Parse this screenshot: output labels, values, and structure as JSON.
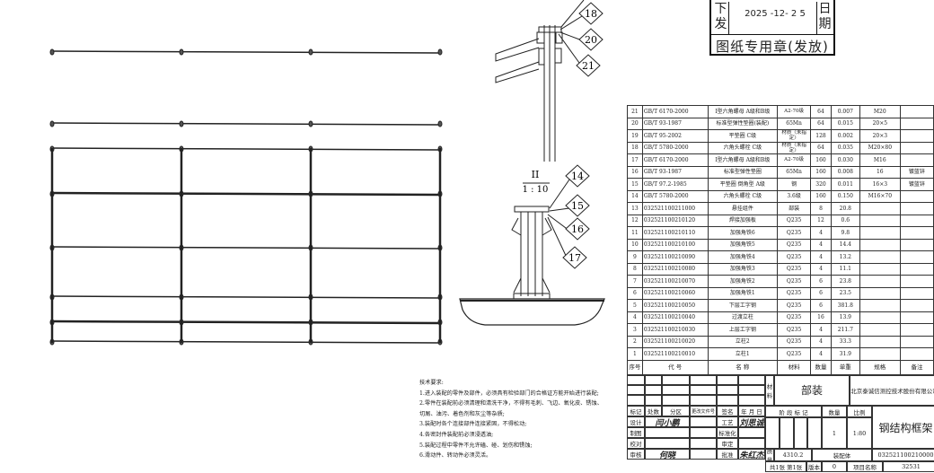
{
  "stamp": {
    "issue_label": "下发",
    "date": "2025 -12- 2 5",
    "date_label": "日期",
    "seal_text": "图纸专用章(发放)"
  },
  "detail": {
    "view_label": "II",
    "scale": "1 : 10",
    "balloons_top": [
      "18",
      "20",
      "21"
    ],
    "balloons_bottom": [
      "14",
      "15",
      "16",
      "17"
    ]
  },
  "bom": {
    "rows": [
      [
        "21",
        "GB/T 6170-2000",
        "I型六角螺母 A级和B级",
        "A2-70级",
        "64",
        "0.007",
        "M20",
        ""
      ],
      [
        "20",
        "GB/T 93-1987",
        "标准型弹性垫圈(装配)",
        "65Mn",
        "64",
        "0.015",
        "20×5",
        ""
      ],
      [
        "19",
        "GB/T 95-2002",
        "平垫圈 C级",
        "材质〈未指定〉",
        "128",
        "0.002",
        "20×3",
        ""
      ],
      [
        "18",
        "GB/T 5780-2000",
        "六角头螺栓 C级",
        "材质〈未指定〉",
        "64",
        "0.035",
        "M20×80",
        ""
      ],
      [
        "17",
        "GB/T 6170-2000",
        "I型六角螺母 A级和B级",
        "A2-70级",
        "160",
        "0.030",
        "M16",
        ""
      ],
      [
        "16",
        "GB/T 93-1987",
        "标准型弹性垫圈",
        "65Mn",
        "160",
        "0.008",
        "16",
        "镀蓝锌"
      ],
      [
        "15",
        "GB/T 97.2-1985",
        "平垫圈 倒角型 A级",
        "钢",
        "320",
        "0.011",
        "16×3",
        "镀蓝锌"
      ],
      [
        "14",
        "GB/T 5780-2000",
        "六角头螺栓 C级",
        "3.6级",
        "160",
        "0.150",
        "M16×70",
        ""
      ],
      [
        "13",
        "032521100211000",
        "悬挂组件",
        "部装",
        "8",
        "20.8",
        "",
        ""
      ],
      [
        "12",
        "032521100210120",
        "焊接加强板",
        "Q235",
        "12",
        "0.6",
        "",
        ""
      ],
      [
        "11",
        "032521100210110",
        "加强角铁6",
        "Q235",
        "4",
        "9.8",
        "",
        ""
      ],
      [
        "10",
        "032521100210100",
        "加强角铁5",
        "Q235",
        "4",
        "14.4",
        "",
        ""
      ],
      [
        "9",
        "032521100210090",
        "加强角铁4",
        "Q235",
        "4",
        "13.2",
        "",
        ""
      ],
      [
        "8",
        "032521100210080",
        "加强角铁3",
        "Q235",
        "4",
        "11.1",
        "",
        ""
      ],
      [
        "7",
        "032521100210070",
        "加强角铁2",
        "Q235",
        "6",
        "23.8",
        "",
        ""
      ],
      [
        "6",
        "032521100210060",
        "加强角铁1",
        "Q235",
        "6",
        "23.5",
        "",
        ""
      ],
      [
        "5",
        "032521100210050",
        "下层工字钢",
        "Q235",
        "6",
        "381.8",
        "",
        ""
      ],
      [
        "4",
        "032521100210040",
        "过渡立柱",
        "Q235",
        "16",
        "13.9",
        "",
        ""
      ],
      [
        "3",
        "032521100210030",
        "上层工字钢",
        "Q235",
        "4",
        "211.7",
        "",
        ""
      ],
      [
        "2",
        "032521100210020",
        "立柱2",
        "Q235",
        "4",
        "33.3",
        "",
        ""
      ],
      [
        "1",
        "032521100210010",
        "立柱1",
        "Q235",
        "4",
        "31.9",
        "",
        ""
      ]
    ],
    "headers": [
      "序号",
      "代 号",
      "名 称",
      "材料",
      "数量",
      "单重",
      "规格",
      "备注"
    ]
  },
  "tech": {
    "title": "技术要求:",
    "items": [
      "1.进入装配的零件及部件，必须具有检验部门的合格证方能开始进行装配;",
      "2.零件在装配前必须清理和清洗干净，不得有毛刺、飞边、氧化皮、锈蚀、",
      "切屑、油污、着色剂和灰尘等杂质;",
      "3.装配时各个连接部件连接紧固，不得松动;",
      "4.各密封件装配前必须浸透油;",
      "5.装配过程中零件不允许磕、碰、划伤和锈蚀;",
      "6.滑动件、转动件必须灵活。"
    ]
  },
  "title_block": {
    "material_label": "材料",
    "material_value": "部装",
    "company": "北京泰诚信测控技术股份有限公司",
    "drawing_title": "钢结构框架",
    "headers": [
      "标记",
      "处数",
      "分区",
      "更改文件号",
      "签名",
      "年 月 日"
    ],
    "roles": [
      "设计",
      "制图",
      "校对",
      "审核"
    ],
    "roles2": [
      "工艺",
      "标准化",
      "审定",
      "批准"
    ],
    "signatures": {
      "design": "闫小鹏",
      "process": "刘思诚",
      "review": "何晓",
      "approve": "朱红杰"
    },
    "stage_label": "阶 段 标 记",
    "qty_label": "数量",
    "scale_label": "比例",
    "qty": "1",
    "scale": "1:80",
    "weight_label": "质量",
    "weight": "4310.2",
    "type": "装配体",
    "drawing_no": "032521100210000",
    "sheet": "共1张 第1张",
    "version_label": "版本",
    "version": "0",
    "project_label": "项目名称",
    "project": "32531"
  }
}
